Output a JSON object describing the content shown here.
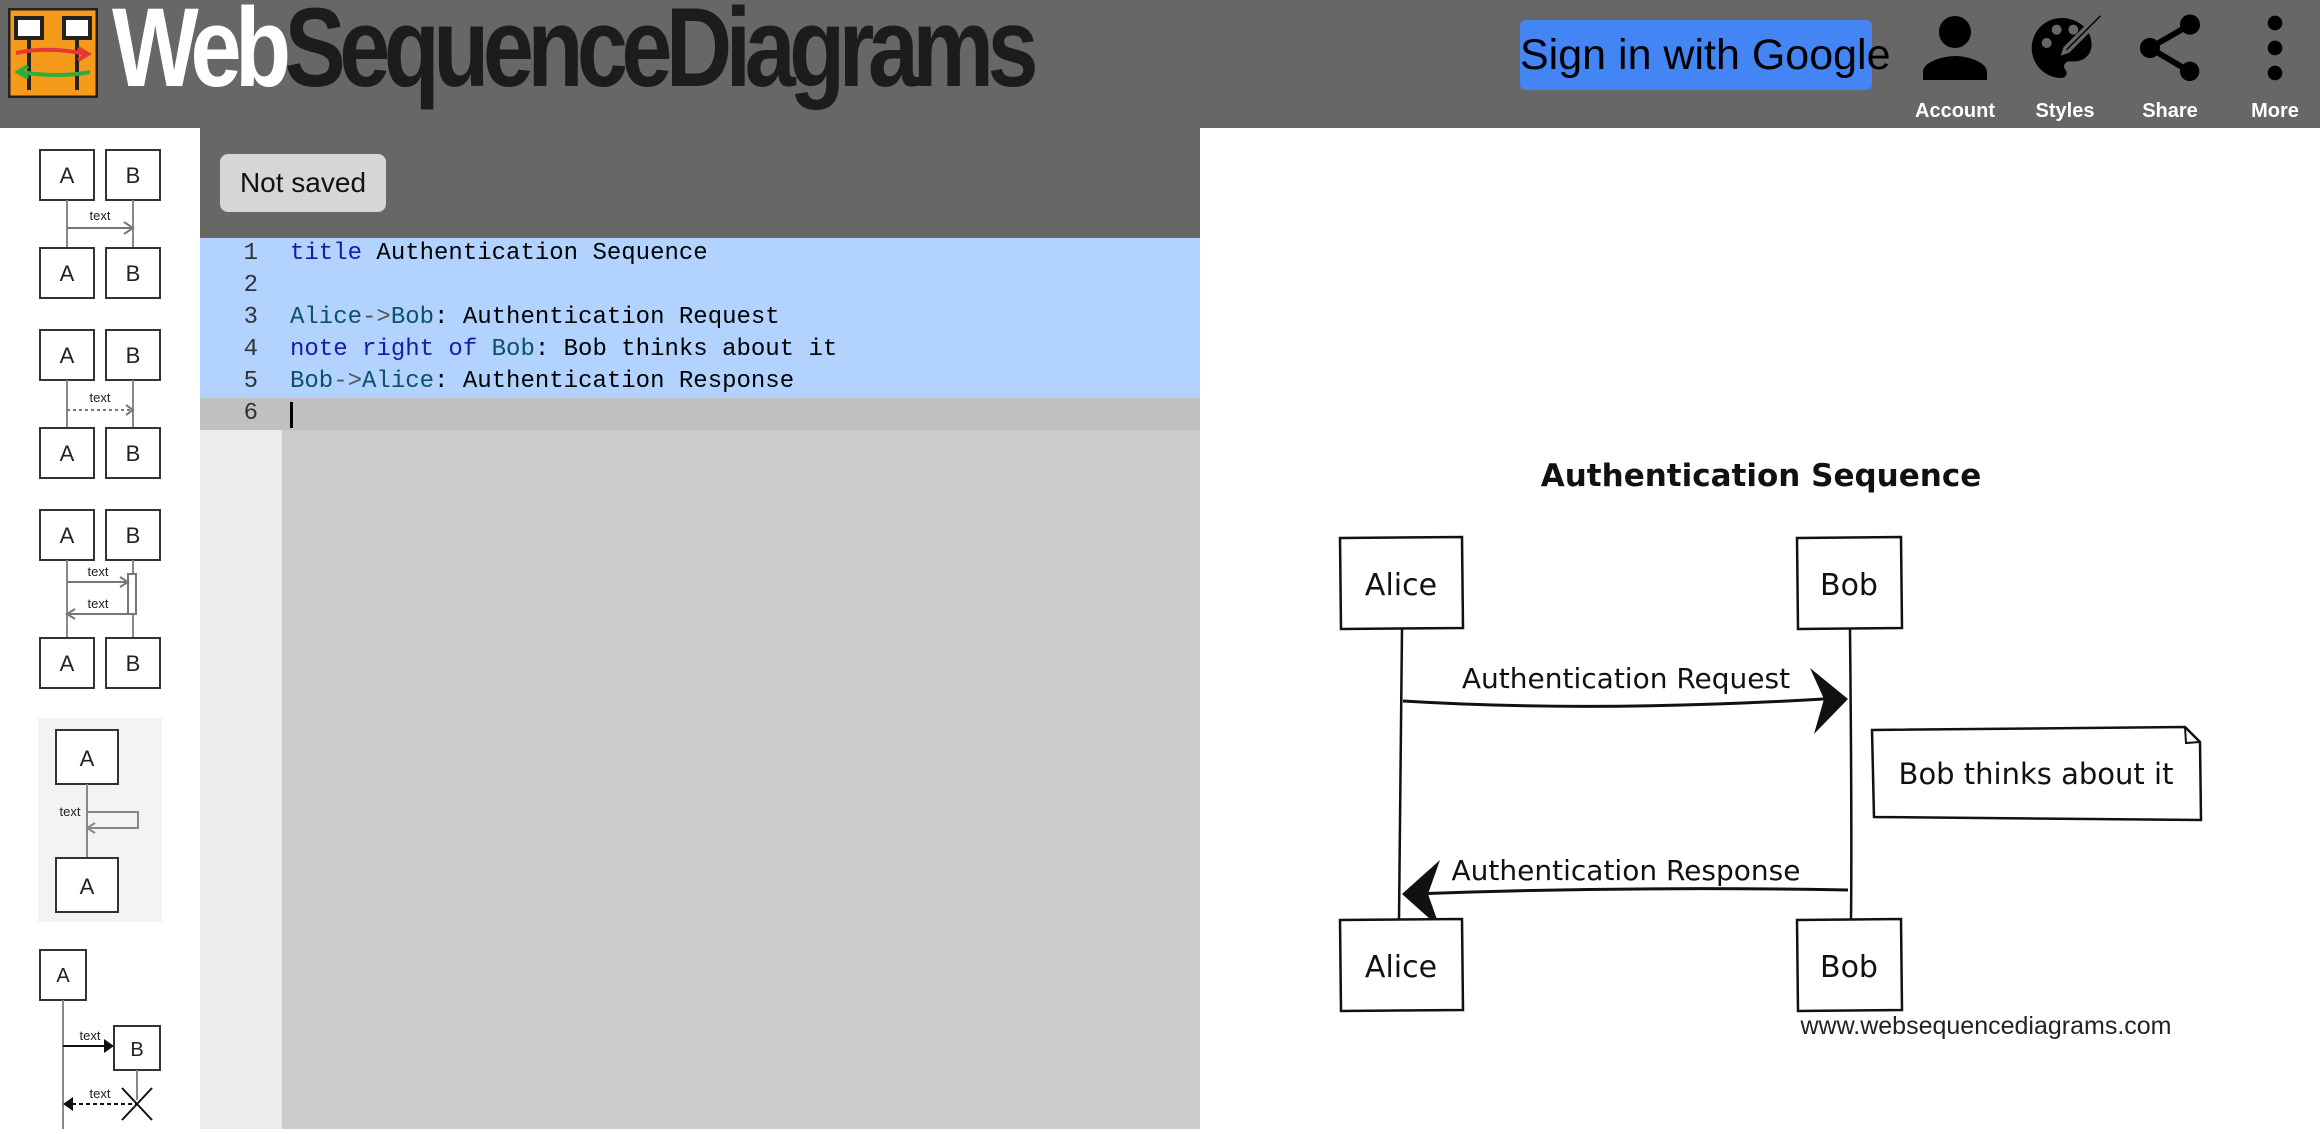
{
  "header": {
    "logo_part1": "Web",
    "logo_part2": "SequenceDiagrams",
    "signin_label": "Sign in with Google",
    "nav": [
      {
        "label": "Account",
        "icon": "person-icon"
      },
      {
        "label": "Styles",
        "icon": "palette-icon"
      },
      {
        "label": "Share",
        "icon": "share-icon"
      },
      {
        "label": "More",
        "icon": "more-vertical-icon"
      }
    ]
  },
  "sidebar": {
    "thumbs": [
      {
        "a": "A",
        "b": "B",
        "label": "text"
      },
      {
        "a": "A",
        "b": "B",
        "label": "text"
      },
      {
        "a": "A",
        "b": "B",
        "label1": "text",
        "label2": "text"
      },
      {
        "a": "A",
        "label": "text"
      },
      {
        "a": "A",
        "b": "B",
        "label1": "text",
        "label2": "text"
      }
    ]
  },
  "editor": {
    "status": "Not saved",
    "lines": [
      {
        "num": "1",
        "kw1": "title",
        "rest": " Authentication Sequence"
      },
      {
        "num": "2"
      },
      {
        "num": "3",
        "id1": "Alice",
        "op": "->",
        "id2": "Bob",
        "rest": ": Authentication Request"
      },
      {
        "num": "4",
        "kw1": "note right of",
        "id1": " Bob",
        "rest": ": Bob thinks about it"
      },
      {
        "num": "5",
        "id1": "Bob",
        "op": "->",
        "id2": "Alice",
        "rest": ": Authentication Response"
      },
      {
        "num": "6"
      }
    ]
  },
  "diagram": {
    "title": "Authentication Sequence",
    "participant1": "Alice",
    "participant2": "Bob",
    "message1": "Authentication Request",
    "note": "Bob thinks about it",
    "message2": "Authentication Response",
    "watermark": "www.websequencediagrams.com"
  }
}
